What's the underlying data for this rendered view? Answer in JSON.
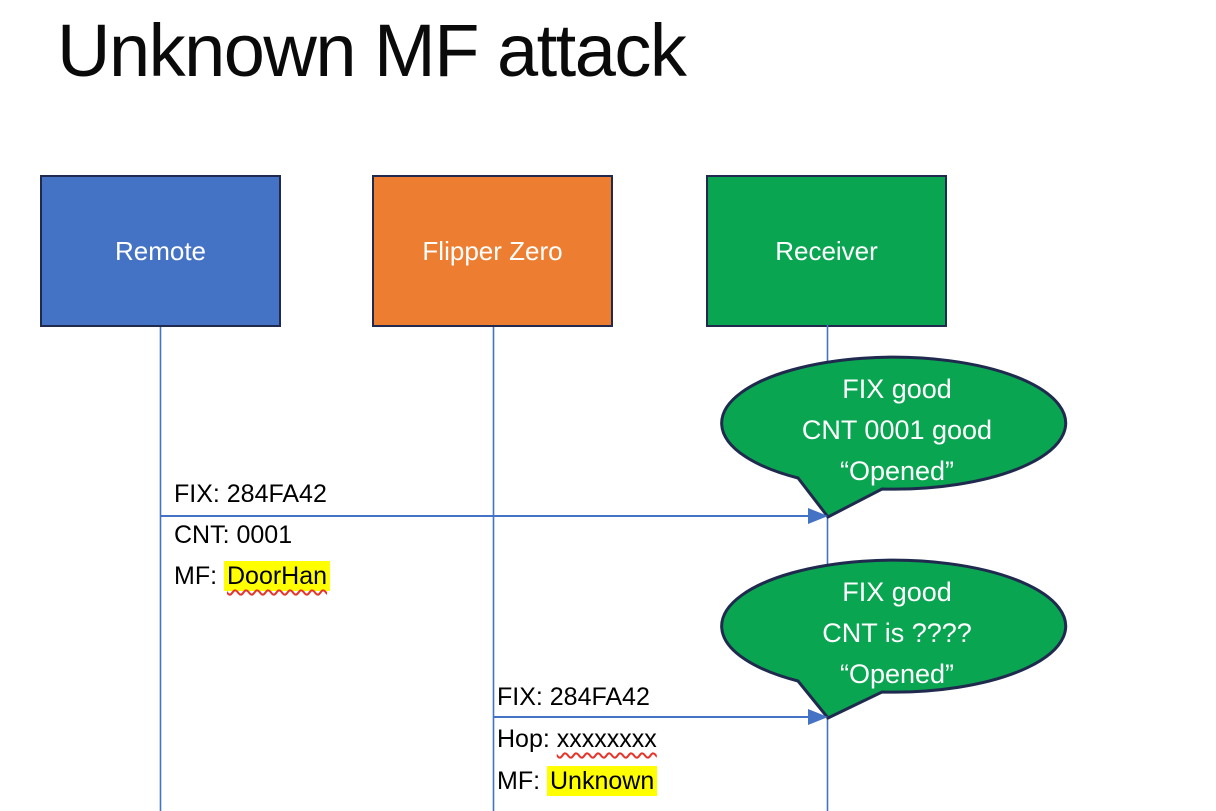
{
  "title": "Unknown MF attack",
  "actors": [
    {
      "label": "Remote",
      "color": "#4472C4"
    },
    {
      "label": "Flipper Zero",
      "color": "#ED7D31"
    },
    {
      "label": "Receiver",
      "color": "#0AA551"
    }
  ],
  "messages": [
    {
      "from": "Remote",
      "to": "Receiver",
      "line1": "FIX: 284FA42",
      "line2": "CNT: 0001",
      "line3_prefix": "MF: ",
      "line3_highlighted": "DoorHan"
    },
    {
      "from": "Flipper Zero",
      "to": "Receiver",
      "line1": "FIX: 284FA42",
      "line2_prefix": "Hop: ",
      "line2_misspelled": "xxxxxxxx",
      "line3_prefix": "MF: ",
      "line3_highlighted": "Unknown"
    }
  ],
  "callouts": [
    {
      "line1": "FIX good",
      "line2": "CNT 0001 good",
      "line3": "“Opened”"
    },
    {
      "line1": "FIX good",
      "line2": "CNT is ????",
      "line3": "“Opened”"
    }
  ],
  "colors": {
    "actor_blue": "#4472C4",
    "actor_orange": "#ED7D31",
    "actor_green": "#0AA551",
    "outline_navy": "#1F2A4E",
    "line_blue": "#4472C4",
    "highlight_yellow": "#FFFF00",
    "squiggle_red": "#E5352B"
  }
}
